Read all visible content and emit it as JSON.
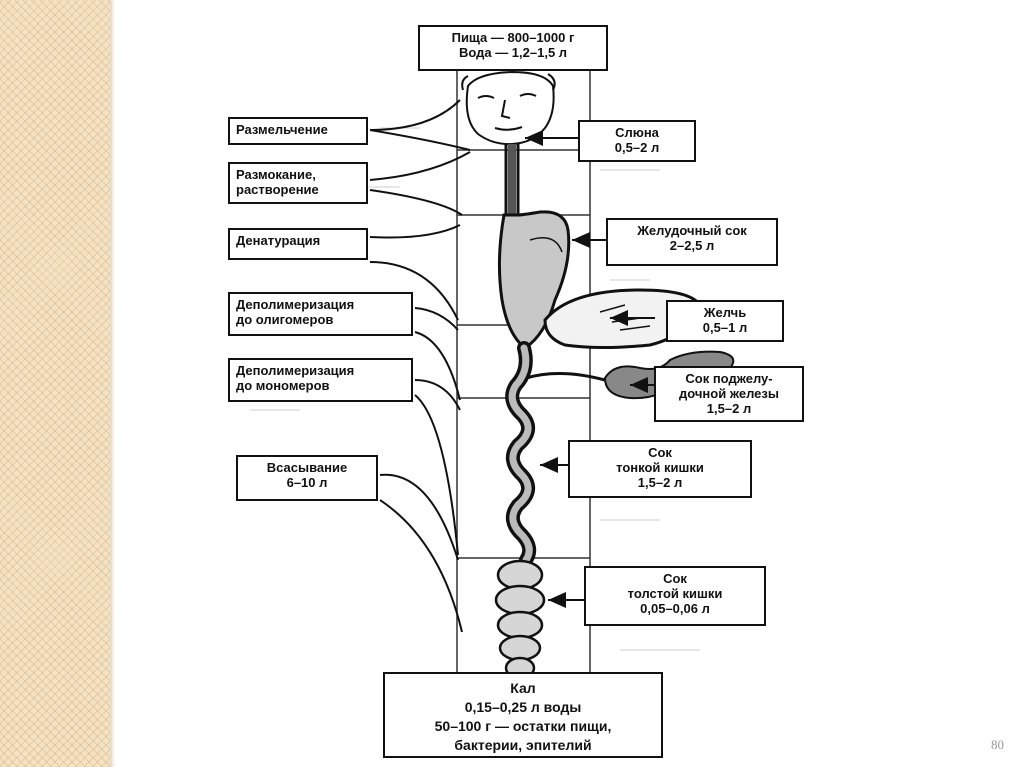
{
  "theme": {
    "stripe": "#f3e3c3",
    "ink": "#111111",
    "page_number_color": "#999999"
  },
  "top_box": {
    "line1": "Пища — 800–1000 г",
    "line2": "Вода — 1,2–1,5 л"
  },
  "processes": {
    "grinding": "Размельчение",
    "softening_line1": "Размокание,",
    "softening_line2": "растворение",
    "denaturation": "Денатурация",
    "depoly_oligo_line1": "Деполимеризация",
    "depoly_oligo_line2": "до олигомеров",
    "depoly_mono_line1": "Деполимеризация",
    "depoly_mono_line2": "до мономеров",
    "absorption_line1": "Всасывание",
    "absorption_line2": "6–10 л"
  },
  "secretions": {
    "saliva_line1": "Слюна",
    "saliva_line2": "0,5–2 л",
    "gastric_line1": "Желудочный сок",
    "gastric_line2": "2–2,5 л",
    "bile_line1": "Желчь",
    "bile_line2": "0,5–1 л",
    "pancreatic_line1": "Сок поджелу-",
    "pancreatic_line2": "дочной железы",
    "pancreatic_line3": "1,5–2 л",
    "small_intestine_line1": "Сок",
    "small_intestine_line2": "тонкой кишки",
    "small_intestine_line3": "1,5–2 л",
    "large_intestine_line1": "Сок",
    "large_intestine_line2": "толстой кишки",
    "large_intestine_line3": "0,05–0,06 л"
  },
  "bottom_box": {
    "line1": "Кал",
    "line2": "0,15–0,25 л воды",
    "line3": "50–100 г — остатки пищи,",
    "line4": "бактерии, эпителий"
  },
  "page_number": "80"
}
